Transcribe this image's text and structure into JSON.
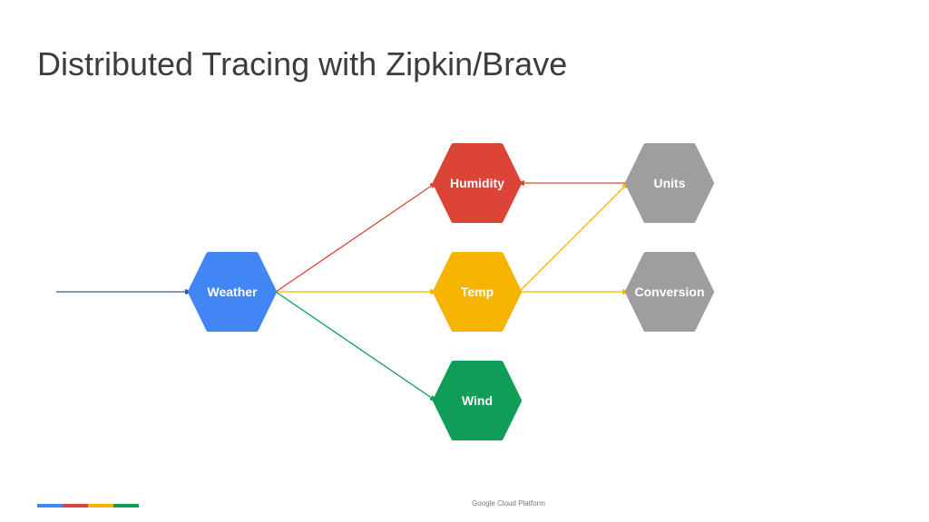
{
  "title": "Distributed Tracing with Zipkin/Brave",
  "footer": "Google Cloud Platform",
  "colors": {
    "weather": "#4285f4",
    "humidity": "#db4437",
    "temp": "#f4b400",
    "wind": "#0f9d58",
    "service": "#9e9e9e",
    "input_edge": "#3b5998"
  },
  "nodes": [
    {
      "id": "weather",
      "label": "Weather",
      "color": "#4285f4"
    },
    {
      "id": "humidity",
      "label": "Humidity",
      "color": "#db4437"
    },
    {
      "id": "temp",
      "label": "Temp",
      "color": "#f4b400"
    },
    {
      "id": "wind",
      "label": "Wind",
      "color": "#0f9d58"
    },
    {
      "id": "units",
      "label": "Units",
      "color": "#9e9e9e"
    },
    {
      "id": "conversion",
      "label": "Conversion",
      "color": "#9e9e9e"
    }
  ],
  "edges": [
    {
      "from": "input",
      "to": "weather",
      "color": "#3b5998"
    },
    {
      "from": "weather",
      "to": "humidity",
      "color": "#db4437"
    },
    {
      "from": "weather",
      "to": "temp",
      "color": "#f4b400"
    },
    {
      "from": "weather",
      "to": "wind",
      "color": "#0f9d58"
    },
    {
      "from": "units",
      "to": "humidity",
      "color": "#db4437"
    },
    {
      "from": "temp",
      "to": "units",
      "color": "#f4b400"
    },
    {
      "from": "temp",
      "to": "conversion",
      "color": "#f4b400"
    }
  ],
  "brand_colors": [
    "#4285f4",
    "#db4437",
    "#f4b400",
    "#0f9d58"
  ]
}
